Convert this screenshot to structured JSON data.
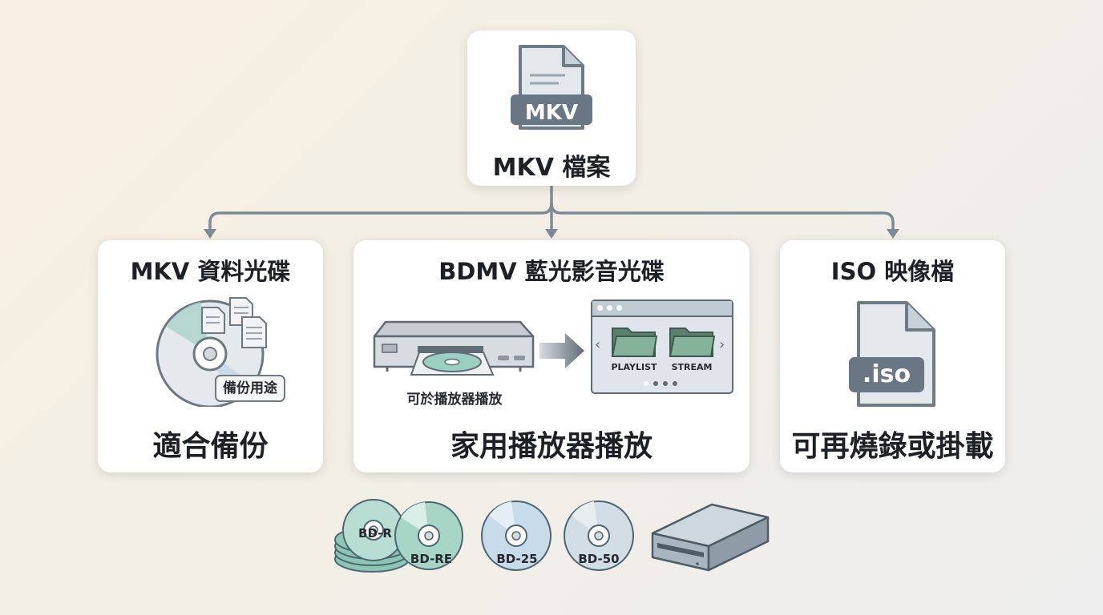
{
  "root": {
    "title": "MKV 檔案",
    "file_badge": "MKV",
    "icon": "document-icon"
  },
  "cards": [
    {
      "title": "MKV 資料光碟",
      "badge": "備份用途",
      "caption": "適合備份",
      "icon": "disc-with-files-icon"
    },
    {
      "title": "BDMV 藍光影音光碟",
      "player_caption": "可於播放器播放",
      "folders": [
        "PLAYLIST",
        "STREAM"
      ],
      "caption": "家用播放器播放",
      "icon": "bluray-player-icon"
    },
    {
      "title": "ISO 映像檔",
      "file_badge": ".iso",
      "caption": "可再燒錄或掛載",
      "icon": "iso-file-icon"
    }
  ],
  "media": [
    {
      "label": "BD-R",
      "icon": "disc-stack-icon"
    },
    {
      "label": "BD-RE",
      "icon": "disc-icon"
    },
    {
      "label": "BD-25",
      "icon": "disc-icon"
    },
    {
      "label": "BD-50",
      "icon": "disc-icon"
    },
    {
      "label": "",
      "icon": "optical-drive-icon"
    }
  ],
  "colors": {
    "connector": "#7d8a94",
    "icon_gray": "#66727c",
    "folder_green": "#7fa892",
    "disc_teal": "#8fcab8",
    "disc_blue": "#c3d8e8"
  }
}
